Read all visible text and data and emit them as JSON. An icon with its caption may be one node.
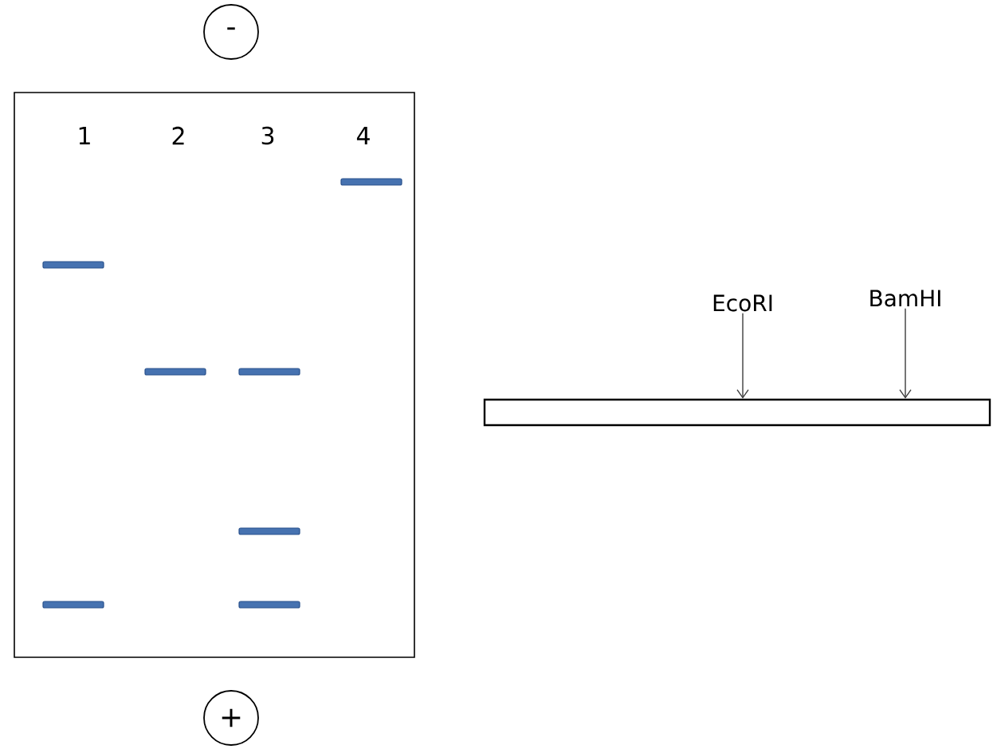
{
  "diagram": {
    "nodes": [
      {
        "text": [
          "-"
        ]
      },
      {
        "text": [
          "EcoRI"
        ]
      },
      {
        "text": [
          "BamHI"
        ]
      },
      {
        "text": [],
        "shape": "bar"
      },
      {
        "text": [
          "+"
        ]
      }
    ],
    "edges": [
      {
        "from": 1,
        "to": 3,
        "arrow": "to"
      },
      {
        "from": 2,
        "to": 3,
        "arrow": "to"
      }
    ],
    "labels": [
      "1",
      "2",
      "3",
      "4"
    ]
  }
}
